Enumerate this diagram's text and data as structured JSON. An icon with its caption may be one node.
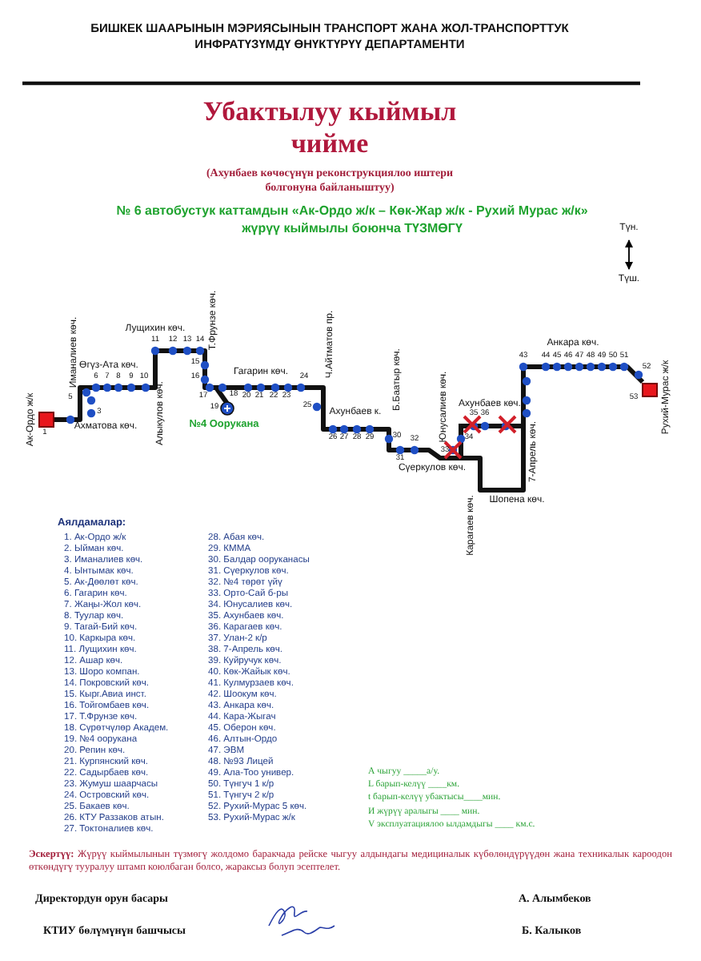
{
  "diagram": {
    "title": "Убактылуу кыймыл чийме",
    "nodes": [
      {
        "text": [],
        "shape": "box",
        "beside": [
          "Ак-Ордо ж/к"
        ]
      },
      {
        "text": [],
        "shape": "box",
        "beside": [
          "Рухий-Мурас ж/к"
        ]
      }
    ],
    "edges": [
      {
        "from": 0,
        "to": 1,
        "arrow": "none"
      }
    ],
    "labels": [
      "БИШКЕК ШААРЫНЫН МЭРИЯСЫНЫН ТРАНСПОРТ ЖАНА ЖОЛ-ТРАНСПОРТТУК ИНФРАТҮЗҮМДҮ ӨНҮКТҮРҮҮ ДЕПАРТАМЕНТИ",
      "(Ахунбаев көчөсүнүн реконструкциялоо иштери болгонуна байланыштуу)",
      "№ 6 автобустук каттамдын «Ак-Ордо ж/к – Көк-Жар ж/к - Рухий Мурас ж/к» жүрүү кыймылы боюнча ТҮЗМӨГҮ",
      "Түн.",
      "Түш.",
      "Иманалиев көч.",
      "Ахматова көч.",
      "Өгүз-Ата көч.",
      "Лущихин көч.",
      "Алыкулов көч.",
      "Т.Фрунзе көч.",
      "Гагарин көч.",
      "№4 Оорукана",
      "Ч.Айтматов пр.",
      "Ахунбаев к.",
      "Б.Баатыр көч.",
      "Юнусалиев көч.",
      "Ахунбаев көч.",
      "Сүеркулов көч.",
      "7-Апрель көч.",
      "Анкара көч.",
      "Карагаев көч.",
      "Шопена көч.",
      "1",
      "3",
      "5",
      "6",
      "7",
      "8",
      "9",
      "10",
      "11",
      "12",
      "13",
      "14",
      "15",
      "16",
      "17",
      "18",
      "19",
      "20",
      "21",
      "22",
      "23",
      "24",
      "25",
      "26",
      "27",
      "28",
      "29",
      "30",
      "31",
      "32",
      "33",
      "34",
      "35",
      "36",
      "43",
      "44",
      "45",
      "46",
      "47",
      "48",
      "49",
      "50",
      "51",
      "52",
      "53",
      "Аялдамалар:",
      "1. Ак-Ордо ж/к",
      "2. Ыйман көч.",
      "3. Иманалиев көч.",
      "4. Ынтымак көч.",
      "5. Ак-Дөөлөт көч.",
      "6. Гагарин көч.",
      "7. Жаңы-Жол көч.",
      "8. Туулар көч.",
      "9. Тагай-Бий көч.",
      "10. Каркыра көч.",
      "11. Лущихин көч.",
      "12. Ашар көч.",
      "13. Шоро компан.",
      "14. Покровский көч.",
      "15. Кырг.Авиа инст.",
      "16. Тойгомбаев көч.",
      "17. Т.Фрунзе көч.",
      "18. Сүрөтчүлөр Академ.",
      "19. №4 оорукана",
      "20. Репин көч.",
      "21. Курпянский көч.",
      "22. Садырбаев көч.",
      "23. Жумуш шаарчасы",
      "24. Островский көч.",
      "25. Бакаев көч.",
      "26. КТУ Раззаков атын.",
      "27. Токтоналиев көч.",
      "28. Абая көч.",
      "29. КММА",
      "30. Балдар ооруканасы",
      "31. Сүеркулов көч.",
      "32. №4 төрөт үйү",
      "33. Орто-Сай б-ры",
      "34. Юнусалиев көч.",
      "35. Ахунбаев көч.",
      "36. Карагаев көч.",
      "37. Улан-2 к/р",
      "38. 7-Апрель көч.",
      "39. Куйручук көч.",
      "40. Көк-Жайык көч.",
      "41. Кулмурзаев көч.",
      "42. Шоокум көч.",
      "43. Анкара көч.",
      "44. Кара-Жыгач",
      "45. Оберон көч.",
      "46. Алтын-Ордо",
      "47. ЭВМ",
      "48. №93 Лицей",
      "49. Ала-Тоо универ.",
      "50. Түнгуч 1 к/р",
      "51. Түнгуч 2 к/р",
      "52. Рухий-Мурас 5 көч.",
      "53. Рухий-Мурас ж/к",
      "А чыгуу _____а/у.",
      "L барып-келүү ____км.",
      "t барып-келүү убактысы____мин.",
      "И жүрүү аралыгы ____ мин.",
      "V эксплуатациялоо ылдамдыгы ____ км.с.",
      "**Эскертүү:** Жүрүү кыймылынын түзмөгү жолдомо баракчада рейске чыгуу алдындагы медициналык күбөлөндүрүүдөн жана техникалык кароодон өткөндүгү тууралуу штамп коюлбаган болсо, жараксыз болуп эсептелет.",
      "Директордун орун басары",
      "А. Алымбеков",
      "КТИУ бөлүмүнүн башчысы",
      "Б. Калыков"
    ]
  }
}
